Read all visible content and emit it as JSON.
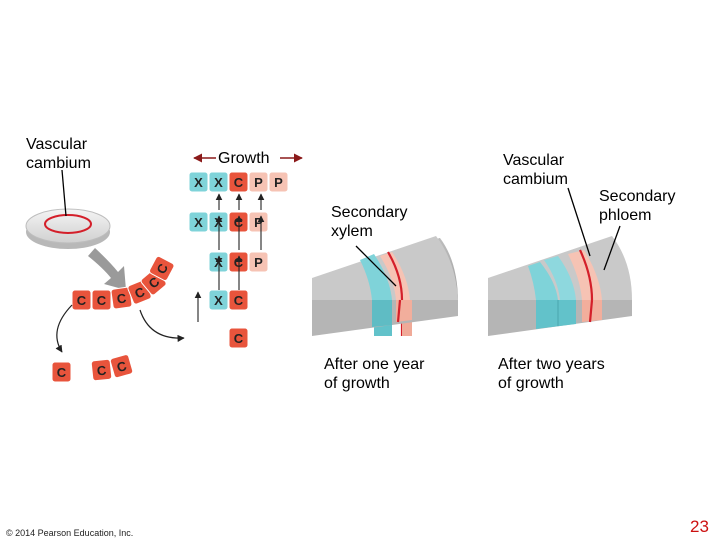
{
  "labels": {
    "vascular_cambium_left": "Vascular\ncambium",
    "growth": "Growth",
    "secondary_xylem": "Secondary\nxylem",
    "vascular_cambium_right": "Vascular\ncambium",
    "secondary_phloem": "Secondary\nphloem",
    "after_one_year": "After one year\nof growth",
    "after_two_years": "After two years\nof growth"
  },
  "cell_rows": [
    [
      "X",
      "X",
      "C",
      "P",
      "P"
    ],
    [
      "X",
      "X",
      "C",
      "P"
    ],
    [
      "X",
      "C",
      "P"
    ],
    [
      "X",
      "C"
    ],
    [
      "C"
    ]
  ],
  "strip_top_cells": [
    "C",
    "C",
    "C",
    "C",
    "C",
    "C"
  ],
  "strip_bottom_cells": [
    "C",
    "C",
    "C"
  ],
  "footer": {
    "copyright": "© 2014 Pearson Education, Inc.",
    "page_number": "23"
  },
  "colors": {
    "cambium_cell": "#e8543c",
    "xylem_cell": "#7fd3d9",
    "phloem_cell": "#f6c3b4",
    "cambium_line": "#d41f2a",
    "arrow": "#8b1a1a"
  }
}
